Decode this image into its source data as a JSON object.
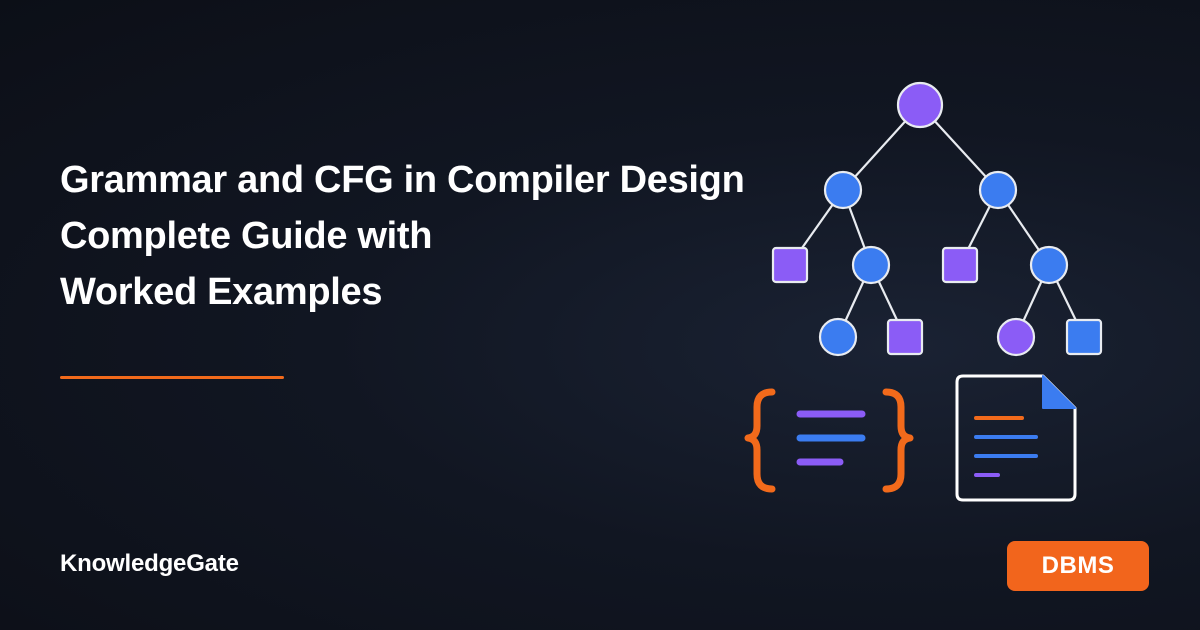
{
  "title_lines": [
    "Grammar and CFG in Compiler Design",
    "Complete Guide with",
    "Worked Examples"
  ],
  "brand": "KnowledgeGate",
  "badge": "DBMS",
  "colors": {
    "background": "#111622",
    "accent_orange": "#f26a1b",
    "node_purple": "#8b5cf6",
    "node_blue": "#3b7cf0",
    "text": "#ffffff"
  },
  "icons": [
    "parse-tree-icon",
    "code-braces-icon",
    "document-icon"
  ]
}
